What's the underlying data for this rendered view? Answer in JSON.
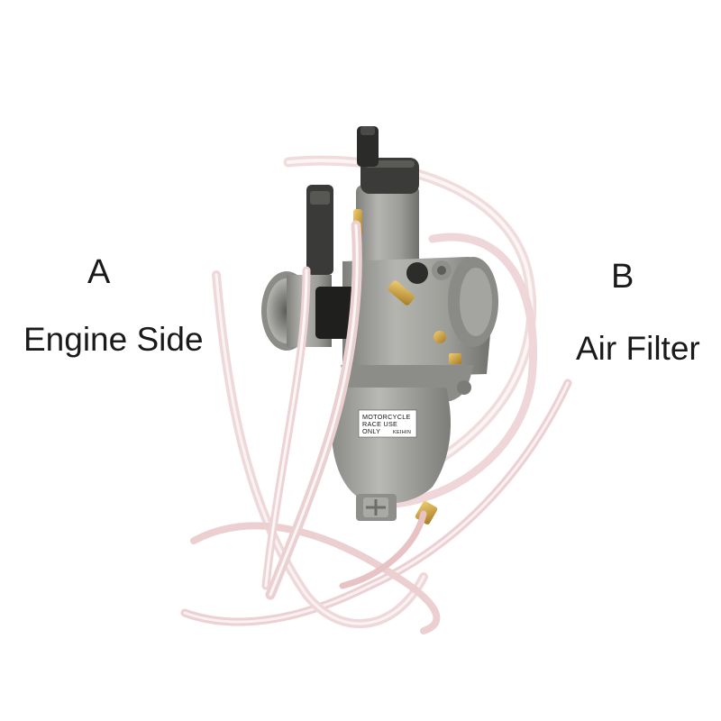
{
  "labels": {
    "a_letter": "A",
    "a_side": "Engine Side",
    "b_letter": "B",
    "b_side": "Air Filter"
  },
  "sticker": {
    "line1": "MOTORCYCLE",
    "line2": "RACE USE",
    "line3": "ONLY",
    "brand": "KEIHIN"
  },
  "colors": {
    "background": "#ffffff",
    "body_metal": "#9a9a96",
    "text": "#1a1a1a",
    "hose": "#e9c9cc"
  }
}
